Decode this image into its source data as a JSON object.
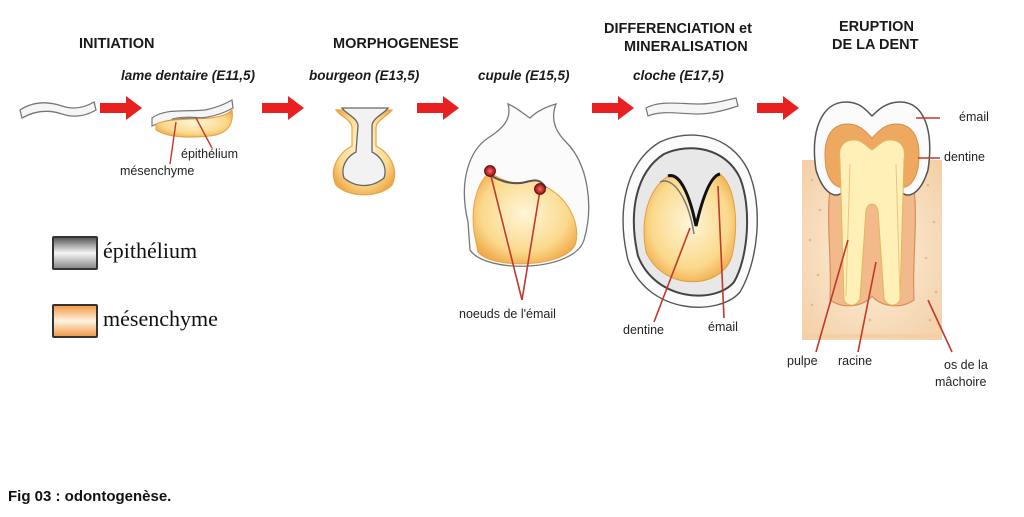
{
  "stages": {
    "initiation": "INITIATION",
    "morphogenese": "MORPHOGENESE",
    "differenciation_l1": "DIFFERENCIATION et",
    "differenciation_l2": "MINERALISATION",
    "eruption_l1": "ERUPTION",
    "eruption_l2": "DE LA DENT"
  },
  "substages": {
    "lame": "lame dentaire (E11,5)",
    "bourgeon": "bourgeon (E13,5)",
    "cupule": "cupule (E15,5)",
    "cloche": "cloche (E17,5)"
  },
  "labels": {
    "epithelium_small": "épithélium",
    "mesenchyme_small": "mésenchyme",
    "noeuds": "noeuds de l'émail",
    "dentine_cloche": "dentine",
    "email_cloche": "émail",
    "email_tooth": "émail",
    "dentine_tooth": "dentine",
    "pulpe": "pulpe",
    "racine": "racine",
    "os_l1": "os de la",
    "os_l2": "mâchoire"
  },
  "legend": {
    "epithelium": "épithélium",
    "mesenchyme": "mésenchyme"
  },
  "caption": "Fig 03 : odontogenèse.",
  "colors": {
    "arrow": "#e8201f",
    "pointer": "#c0392b",
    "mesenchyme": "#f2a65a",
    "mesenchyme_light": "#fde6b0",
    "epithelium": "#8a8a8a",
    "knot": "#b01818"
  }
}
